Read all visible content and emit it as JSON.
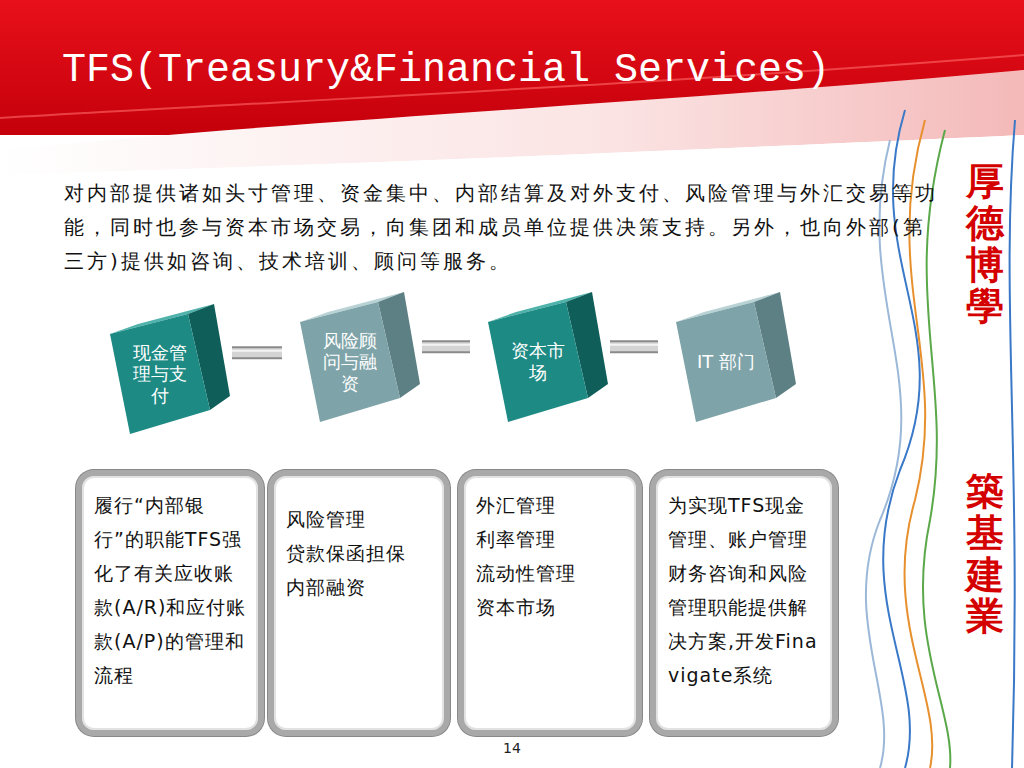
{
  "diagram": {
    "title": "TFS(Treasury&Financial Services)",
    "nodes": [
      {
        "text": [
          "现金管理与支付"
        ]
      },
      {
        "text": [
          "风险顾问与融资"
        ]
      },
      {
        "text": [
          "资本市场"
        ]
      },
      {
        "text": [
          "IT 部门"
        ]
      },
      {
        "text": [
          "履行“内部银行”的职能TFS强化了有关应收账款(A/R)和应付账款(A/P)的管理和流程"
        ]
      },
      {
        "text": [
          "风险管理",
          "贷款保函担保",
          "内部融资"
        ]
      },
      {
        "text": [
          "外汇管理",
          "利率管理",
          "流动性管理",
          "资本市场"
        ]
      },
      {
        "text": [
          "为实现TFS现金管理、账户管理财务咨询和风险管理职能提供解决方案,开发Finavigate系统"
        ]
      }
    ],
    "edges": [
      {
        "from": 0,
        "to": 1,
        "arrow": "none"
      },
      {
        "from": 1,
        "to": 2,
        "arrow": "none"
      },
      {
        "from": 2,
        "to": 3,
        "arrow": "none"
      }
    ],
    "labels": [
      "对内部提供诸如头寸管理、资金集中、内部结算及对外支付、风险管理与外汇交易等功能，同时也参与资本市场交易，向集团和成员单位提供决策支持。另外，也向外部(第三方)提供如咨询、技术培训、顾问等服务。",
      "厚德博學",
      "築基建業",
      "14"
    ]
  }
}
